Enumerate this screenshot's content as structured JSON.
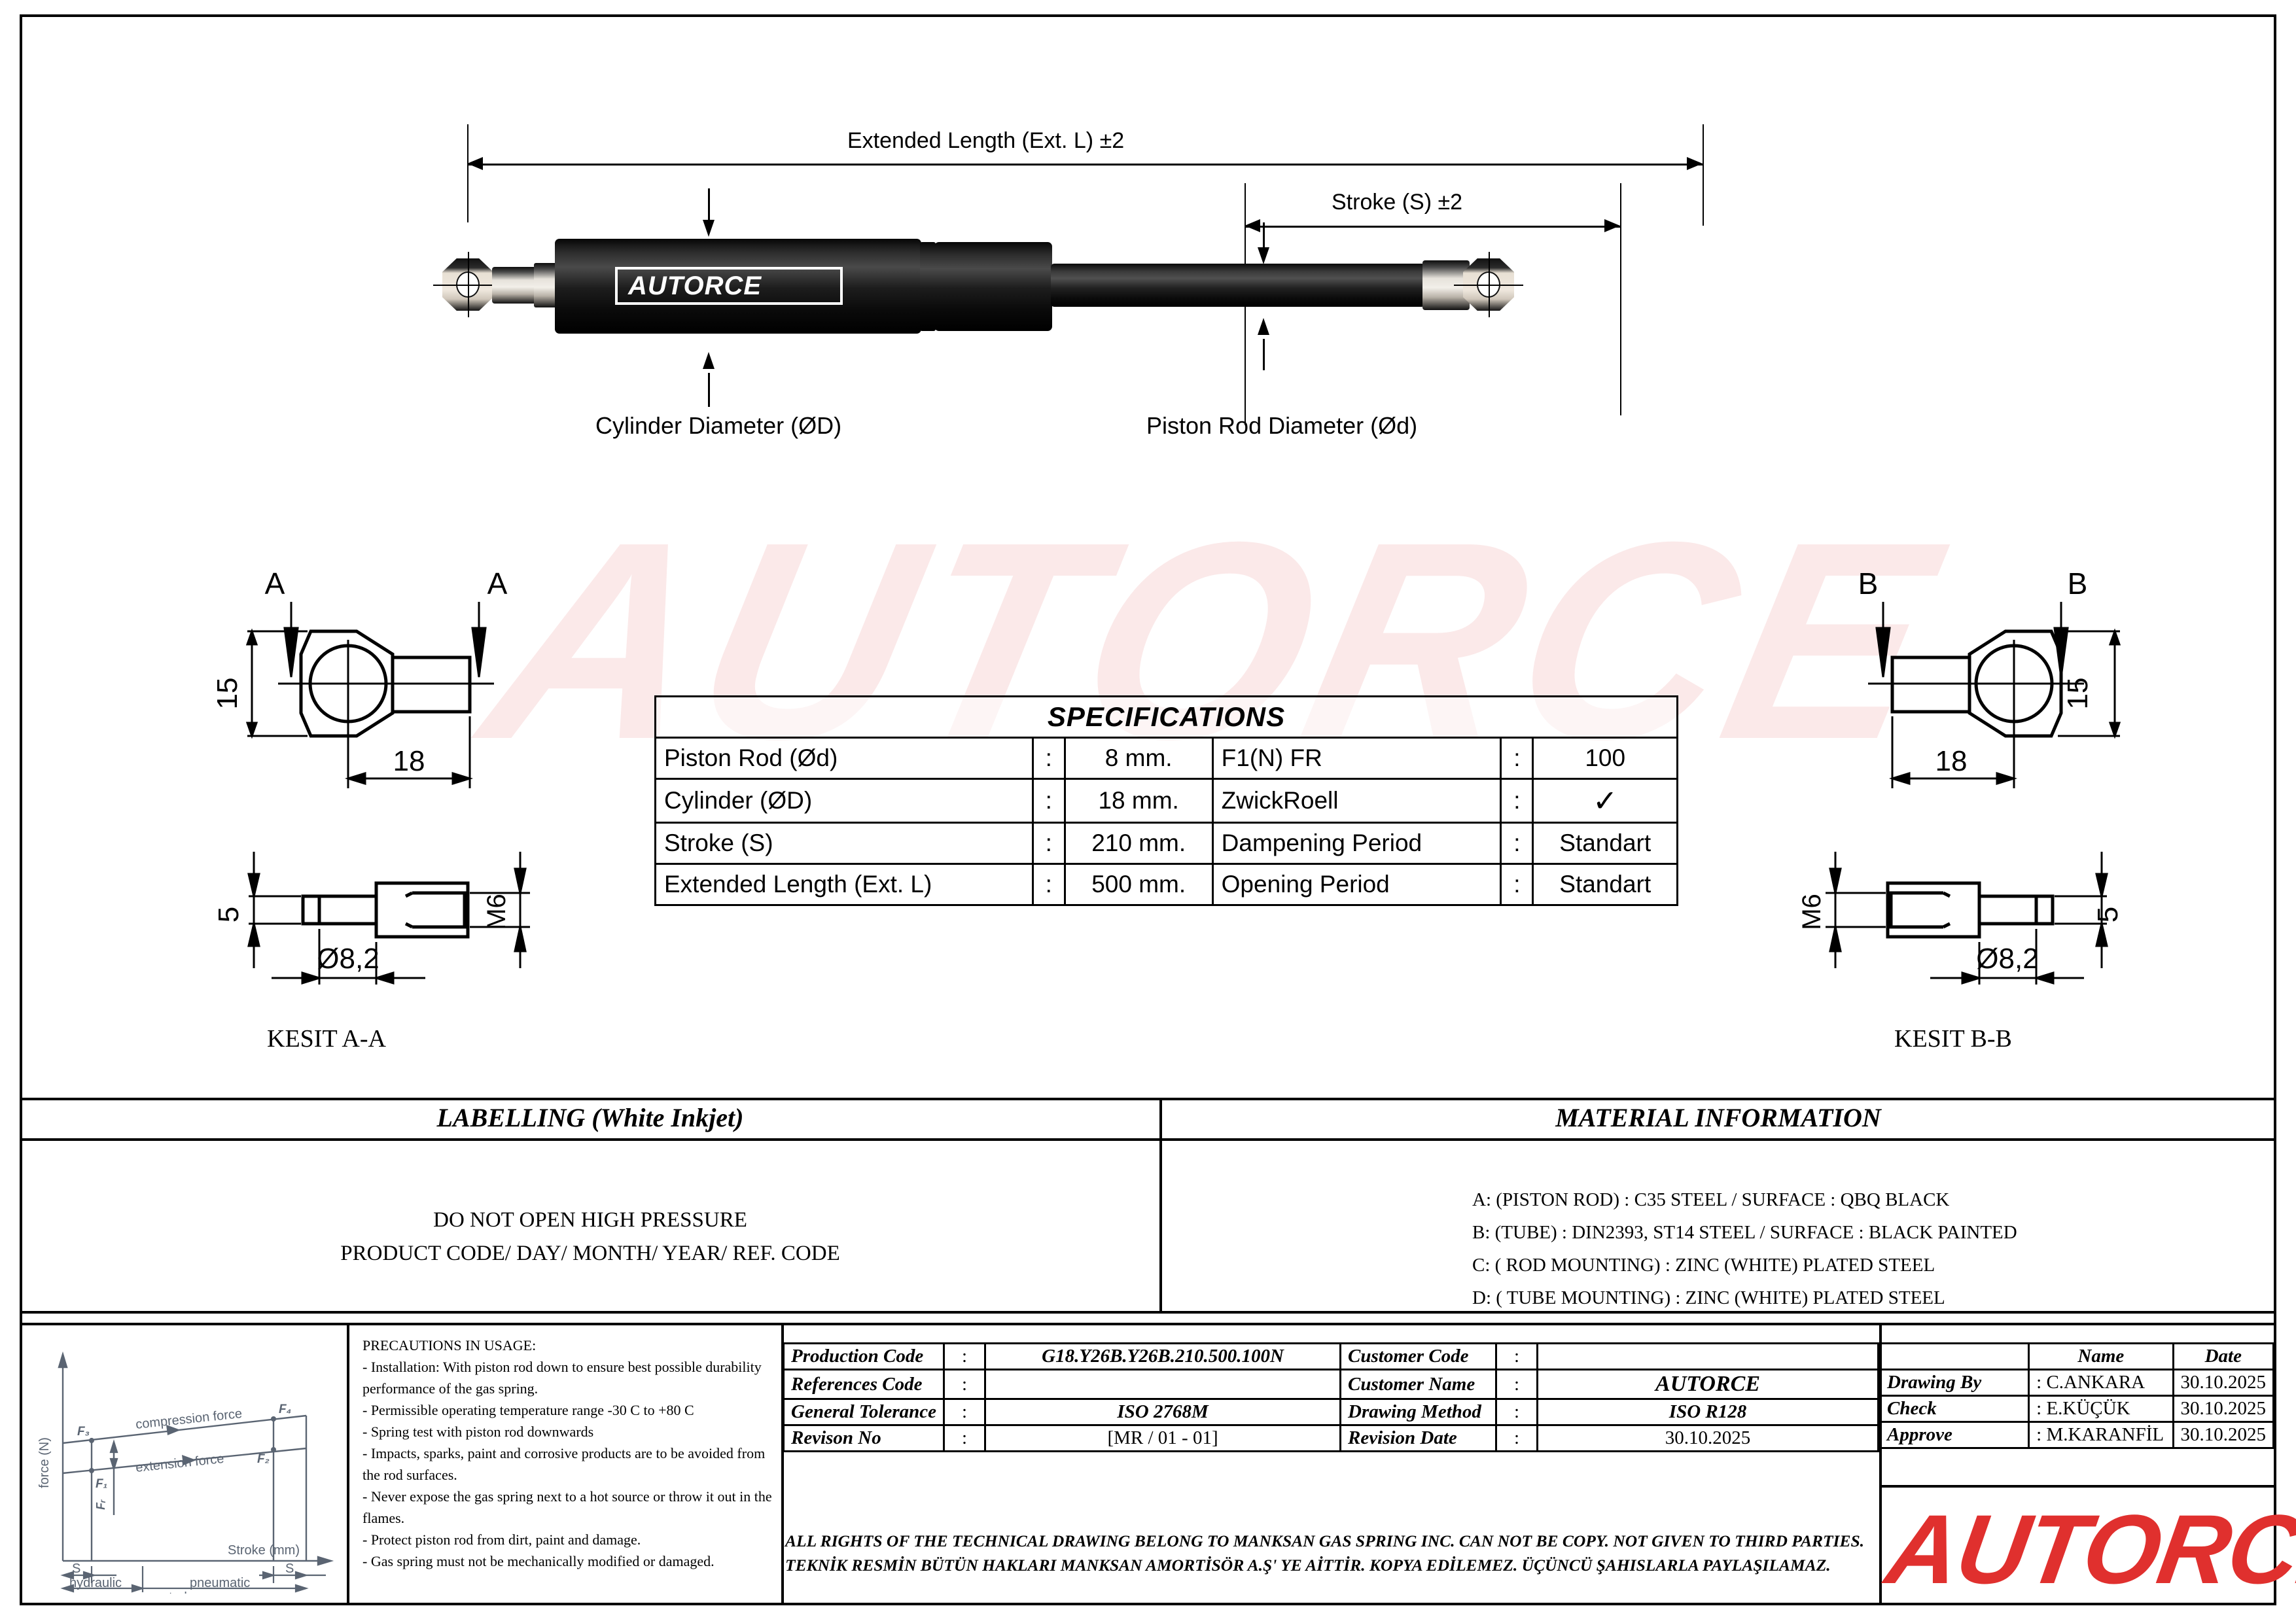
{
  "drawing": {
    "main_dimensions": {
      "extended_length_label": "Extended Length (Ext. L) ±2",
      "stroke_label": "Stroke (S) ±2",
      "cylinder_diameter_label": "Cylinder Diameter (ØD)",
      "piston_rod_diameter_label": "Piston Rod Diameter (Ød)"
    },
    "product_brand_on_cylinder": "AUTORCE",
    "watermark_text": "AUTORCE",
    "section_left": {
      "section_letter": "A",
      "height_dim": "15",
      "width_dim": "18",
      "thickness_dim": "5",
      "thread_dim": "M6",
      "bore_dim": "Ø8,2",
      "caption": "KESIT A-A"
    },
    "section_right": {
      "section_letter": "B",
      "height_dim": "15",
      "width_dim": "18",
      "thickness_dim": "5",
      "thread_dim": "M6",
      "bore_dim": "Ø8,2",
      "caption": "KESIT B-B"
    }
  },
  "specifications": {
    "title": "SPECIFICATIONS",
    "rows": [
      {
        "label": "Piston Rod (Ød)",
        "colon": ":",
        "value": "8 mm.",
        "label2": "F1(N) FR",
        "colon2": ":",
        "value2": "100"
      },
      {
        "label": "Cylinder (ØD)",
        "colon": ":",
        "value": "18 mm.",
        "label2": "ZwickRoell",
        "colon2": ":",
        "value2": "✓"
      },
      {
        "label": "Stroke (S)",
        "colon": ":",
        "value": "210 mm.",
        "label2": "Dampening Period",
        "colon2": ":",
        "value2": "Standart"
      },
      {
        "label": "Extended Length (Ext. L)",
        "colon": ":",
        "value": "500 mm.",
        "label2": "Opening Period",
        "colon2": ":",
        "value2": "Standart"
      }
    ]
  },
  "labelling": {
    "title": "LABELLING (White Inkjet)",
    "lines": [
      "DO NOT OPEN HIGH PRESSURE",
      "PRODUCT CODE/ DAY/ MONTH/ YEAR/ REF. CODE"
    ]
  },
  "material_information": {
    "title": "MATERIAL INFORMATION",
    "lines": [
      "A: (PISTON ROD) : C35 STEEL / SURFACE : QBQ BLACK",
      "B: (TUBE) : DIN2393, ST14 STEEL / SURFACE : BLACK PAINTED",
      "C: ( ROD MOUNTING) : ZINC (WHITE) PLATED STEEL",
      "D: ( TUBE MOUNTING) : ZINC (WHITE) PLATED STEEL"
    ]
  },
  "precautions": {
    "heading": "PRECAUTIONS IN USAGE:",
    "items": [
      "- Installation: With piston rod down to ensure best possible durability performance of the gas spring.",
      "- Permissible operating temperature range -30 C to +80 C",
      "- Spring test with piston rod downwards",
      "- Impacts, sparks, paint and corrosive products are to be avoided from the rod surfaces.",
      "- Never expose the gas spring next to a hot source or throw it out in the flames.",
      "- Protect piston rod from dirt, paint and damage.",
      "- Gas spring must not be mechanically modified or damaged."
    ]
  },
  "force_diagram": {
    "y_axis_label": "force (N)",
    "x_axis_label": "Stroke (mm)",
    "compression_label": "compression force",
    "extension_label": "extension force",
    "points": [
      "F₃",
      "F₄",
      "F₁",
      "F₂"
    ],
    "delta_label": "Fᵣ",
    "region_s_left": "S",
    "region_s_right": "S",
    "region_hydraulic": "hydraulic",
    "region_pneumatic": "pneumatic",
    "region_stroke": "stroke"
  },
  "title_block": {
    "production_code_label": "Production Code",
    "production_code_value": "G18.Y26B.Y26B.210.500.100N",
    "references_code_label": "References Code",
    "references_code_value": "",
    "general_tolerance_label": "General Tolerance",
    "general_tolerance_value": "ISO 2768M",
    "revison_no_label": "Revison No",
    "revison_no_value": "[MR / 01 - 01]",
    "customer_code_label": "Customer Code",
    "customer_code_value": "",
    "customer_name_label": "Customer Name",
    "customer_name_value": "AUTORCE",
    "drawing_method_label": "Drawing Method",
    "drawing_method_value": "ISO R128",
    "revision_date_label": "Revision Date",
    "revision_date_value": "30.10.2025",
    "colon": ":",
    "name_header": "Name",
    "date_header": "Date",
    "signoff": [
      {
        "role": "Drawing By",
        "colon": ": ",
        "name": "C.ANKARA",
        "date": "30.10.2025"
      },
      {
        "role": "Check",
        "colon": ": ",
        "name": "E.KÜÇÜK",
        "date": "30.10.2025"
      },
      {
        "role": "Approve",
        "colon": ": ",
        "name": "M.KARANFİL",
        "date": "30.10.2025"
      }
    ],
    "copyright_line1": "ALL RIGHTS OF THE TECHNICAL DRAWING BELONG TO MANKSAN GAS SPRING INC. CAN NOT BE COPY. NOT GIVEN TO THIRD PARTIES.",
    "copyright_line2": "TEKNİK RESMİN BÜTÜN HAKLARI MANKSAN AMORTİSÖR A.Ş' YE AİTTİR. KOPYA EDİLEMEZ. ÜÇÜNCÜ ŞAHISLARLA PAYLAŞILAMAZ.",
    "logo_text": "AUTORCE",
    "logo_color": "#E0302E"
  }
}
